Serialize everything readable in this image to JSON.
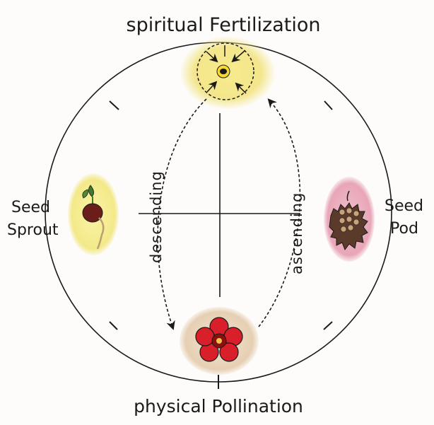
{
  "labels": {
    "top": "spiritual Fertilization",
    "bottom": "physical Pollination",
    "left_line1": "Seed",
    "left_line2": "Sprout",
    "right_line1": "Seed",
    "right_line2": "Pod",
    "descending": "descending",
    "ascending": "ascending"
  },
  "colors": {
    "circle_stroke": "#1a1a1a",
    "top_glow": "#f2e27a",
    "seed_glow": "#f6ee9a",
    "pod_glow": "#e8a6b8",
    "flower_glow": "#ead9c4",
    "flower_red": "#d81f2a",
    "seed_dark": "#6b1d1a",
    "pod_brown": "#5a3a2a",
    "sprout_green": "#3f7a2a"
  },
  "icons": {
    "top": "seed-in-sun-icon",
    "left": "sprouting-seed-icon",
    "right": "seed-pod-icon",
    "bottom": "red-flower-icon"
  }
}
